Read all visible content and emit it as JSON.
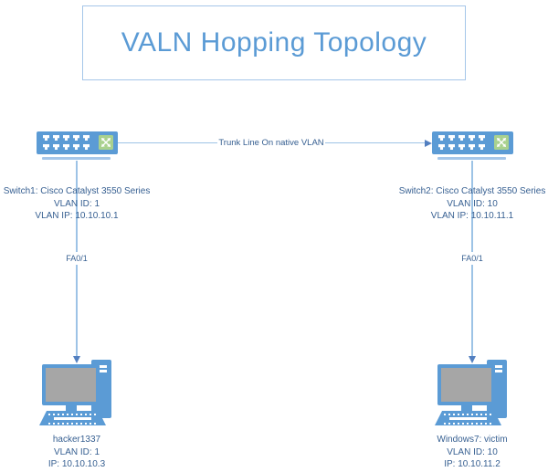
{
  "diagram": {
    "title": "VALN Hopping Topology",
    "trunk_label": "Trunk Line On native VLAN",
    "switch1": {
      "name": "Switch1: Cisco Catalyst 3550 Series",
      "vlan_id": "VLAN ID: 1",
      "vlan_ip": "VLAN IP: 10.10.10.1",
      "port": "FA0/1"
    },
    "switch2": {
      "name": "Switch2: Cisco Catalyst 3550 Series",
      "vlan_id": "VLAN ID: 10",
      "vlan_ip": "VLAN IP: 10.10.11.1",
      "port": "FA0/1"
    },
    "host1": {
      "name": "hacker1337",
      "vlan_id": "VLAN ID: 1",
      "ip": "IP: 10.10.10.3"
    },
    "host2": {
      "name": "Windows7: victim",
      "vlan_id": "VLAN ID: 10",
      "ip": "IP: 10.10.11.2"
    },
    "colors": {
      "node_blue": "#5b9bd5",
      "line_blue": "#9dc3e6",
      "arrow_blue": "#527fc0",
      "text_blue": "#365f91",
      "title_blue": "#5b9bd5",
      "module_green": "#a9d18e",
      "screen_gray": "#a6a6a6"
    }
  }
}
